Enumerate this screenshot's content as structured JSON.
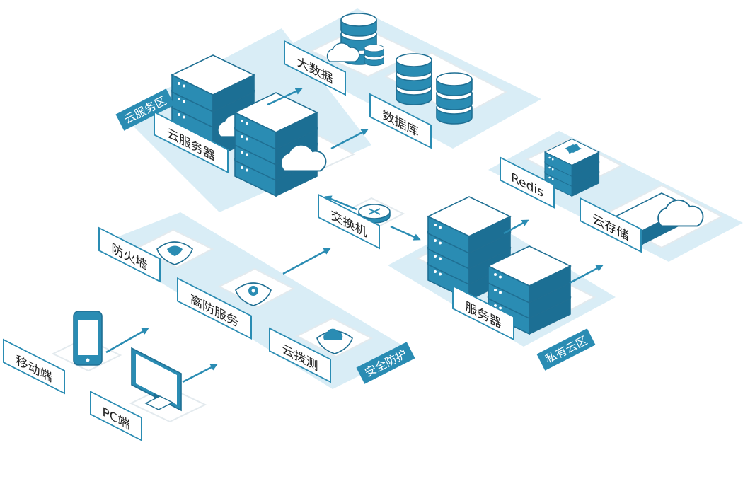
{
  "colors": {
    "accent": "#2a8cb3",
    "accent_dark": "#1c6f94",
    "platform": "#d9edf6",
    "tile": "#eef2f4",
    "stroke": "#1f6f93",
    "label_border": "#2a8cb3"
  },
  "zones": {
    "cloud_service": "云服务区",
    "security_protection": "安全防护",
    "private_cloud": "私有云区"
  },
  "nodes": {
    "big_data": "大数据",
    "database": "数据库",
    "cloud_server": "云服务器",
    "redis": "Redis",
    "cloud_storage": "云存储",
    "switch": "交换机",
    "server": "服务器",
    "firewall": "防火墙",
    "ddos_service": "高防服务",
    "cloud_probe": "云拨测",
    "mobile": "移动端",
    "pc": "PC端"
  },
  "icons": [
    "database-icon",
    "cloud-icon",
    "server-stack-icon",
    "medical-cross-icon",
    "shield-icon",
    "gear-shield-icon",
    "cloud-shield-icon",
    "phone-icon",
    "monitor-icon",
    "switch-icon",
    "arrow-icon"
  ]
}
